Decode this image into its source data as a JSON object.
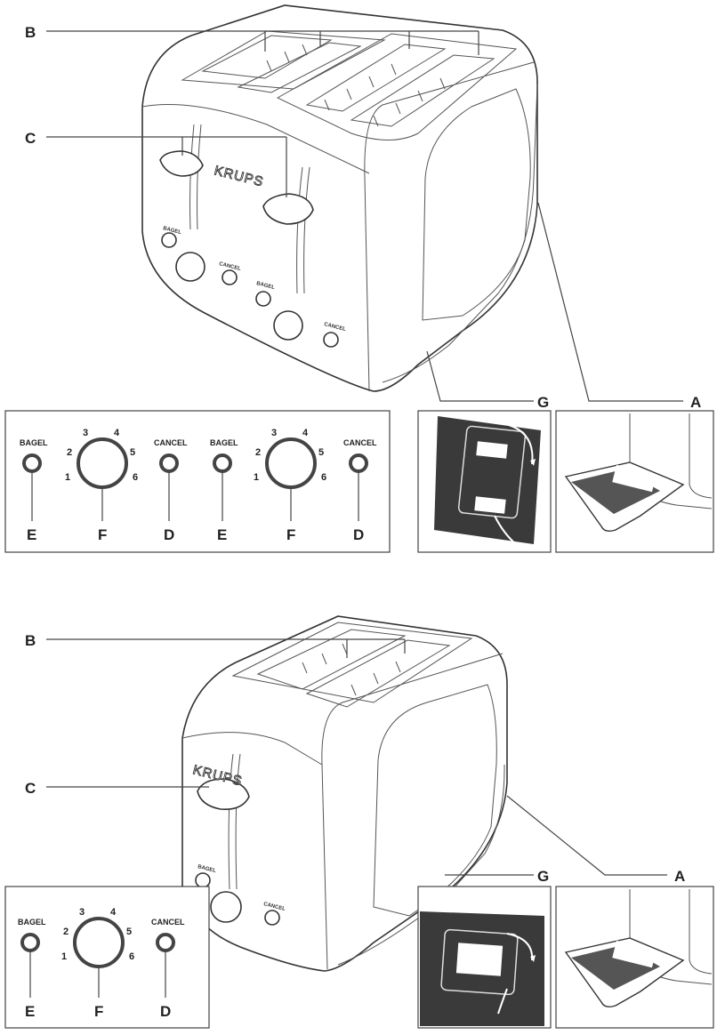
{
  "labels": {
    "a": "A",
    "b": "B",
    "c": "C",
    "d": "D",
    "e": "E",
    "f": "F",
    "g": "G"
  },
  "brand": "KRUPS",
  "buttons": {
    "bagel": "BAGEL",
    "cancel": "CANCEL"
  },
  "dial_numbers": [
    "1",
    "2",
    "3",
    "4",
    "5",
    "6"
  ]
}
